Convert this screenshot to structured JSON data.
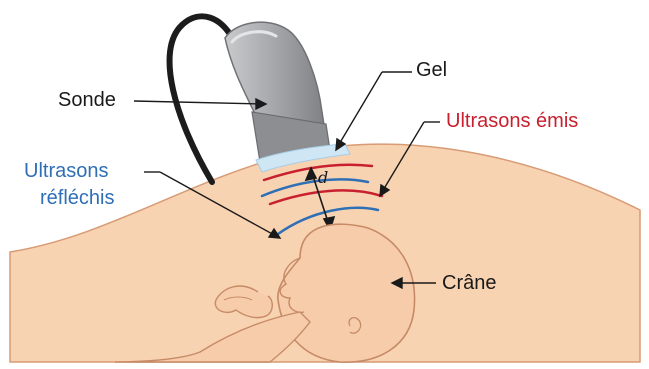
{
  "labels": {
    "sonde": "Sonde",
    "gel": "Gel",
    "ultrasons_emis": "Ultrasons émis",
    "ultrasons_reflechis_line1": "Ultrasons",
    "ultrasons_reflechis_line2": "réfléchis",
    "distance": "d",
    "crane": "Crâne"
  },
  "colors": {
    "emitted_waves": "#c8202e",
    "reflected_waves": "#2f6fb5",
    "skin": "#f6ccaa",
    "skin_outline": "#c78a66",
    "probe": "#a9abae",
    "gel": "#cfe6f5"
  }
}
